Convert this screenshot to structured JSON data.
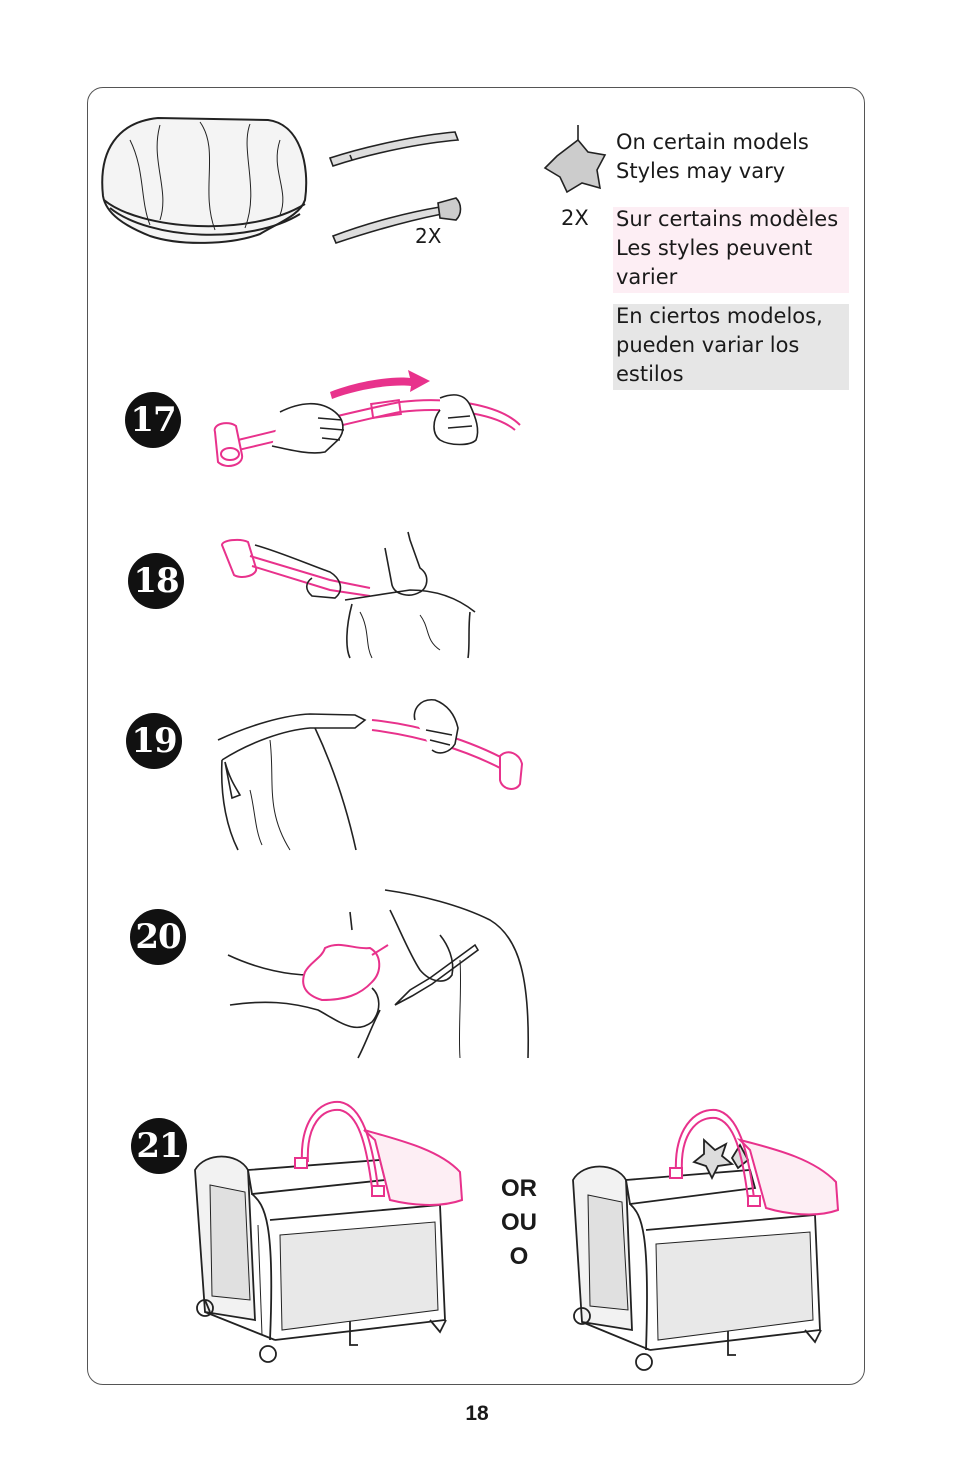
{
  "parts": {
    "rod_quantity": "2X",
    "toy_quantity": "2X"
  },
  "notes": {
    "en_line1": "On certain models",
    "en_line2": "Styles may vary",
    "fr_line1": "Sur certains modèles",
    "fr_line2": "Les styles peuvent",
    "fr_line3": "varier",
    "es_line1": "En ciertos modelos,",
    "es_line2": "pueden variar los",
    "es_line3": "estilos"
  },
  "steps": [
    "17",
    "18",
    "19",
    "20",
    "21"
  ],
  "or_label": {
    "line1": "OR",
    "line2": "OU",
    "line3": "O"
  },
  "page_number": "18",
  "colors": {
    "accent_magenta": "#e8328c",
    "line": "#222222",
    "french_box": "#fdeef4",
    "spanish_box": "#e6e6e6"
  }
}
